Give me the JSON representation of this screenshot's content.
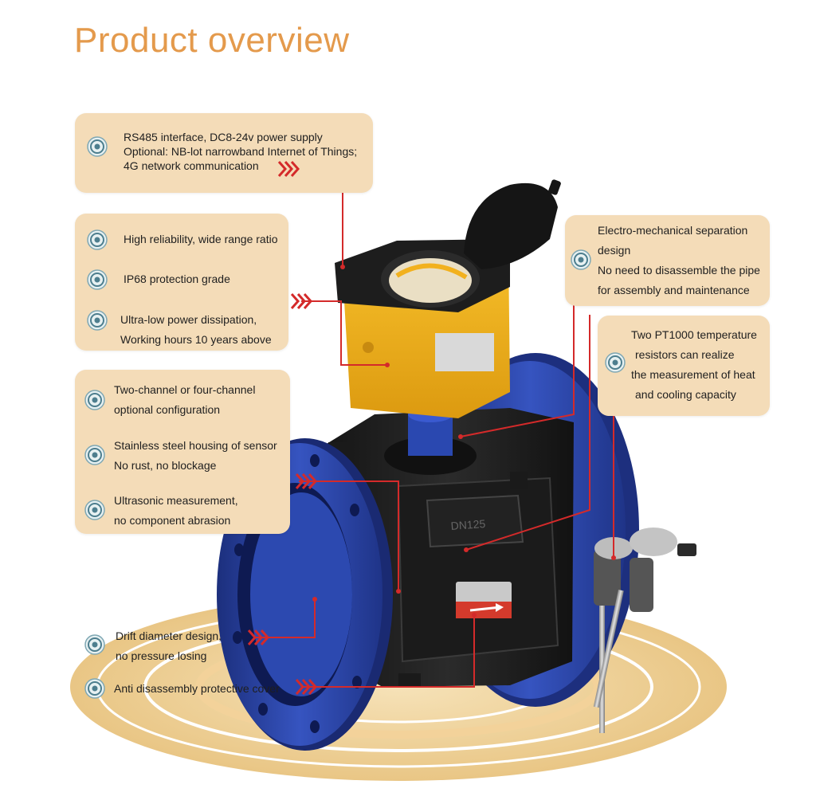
{
  "title": "Product overview",
  "colors": {
    "title": "#e49a4c",
    "panel": "#f4dcb8",
    "leader": "#d42a2a",
    "flange": "#27409a",
    "head": "#f2b11e"
  },
  "icons": [
    "target-bullet-icon",
    "chevron-arrow-icon"
  ],
  "panels": {
    "top_left": {
      "lines": [
        "RS485 interface, DC8-24v power supply",
        "Optional: NB-lot narrowband Internet of Things;",
        "4G network communication"
      ]
    },
    "mid_left": {
      "items": [
        {
          "lines": [
            "High reliability, wide range ratio"
          ]
        },
        {
          "lines": [
            "IP68 protection grade"
          ]
        },
        {
          "lines": [
            "Ultra-low power dissipation,",
            "Working hours 10 years above"
          ]
        }
      ]
    },
    "low_left": {
      "items": [
        {
          "lines": [
            "Two-channel or four-channel",
            "optional configuration"
          ]
        },
        {
          "lines": [
            "Stainless steel housing of sensor",
            "No rust, no blockage"
          ]
        },
        {
          "lines": [
            "Ultrasonic measurement,",
            "no component abrasion"
          ]
        }
      ]
    },
    "top_right": {
      "lines": [
        "Electro-mechanical separation",
        "design",
        "No need to disassemble the pipe",
        "for assembly and maintenance"
      ]
    },
    "mid_right": {
      "lines": [
        "Two PT1000 temperature",
        "resistors can realize",
        "the measurement of heat",
        "and cooling capacity"
      ]
    }
  },
  "bottom_notes": [
    {
      "lines": [
        "Drift diameter design,",
        "no pressure losing"
      ]
    },
    {
      "lines": [
        "Anti disassembly protective cover"
      ]
    }
  ],
  "device": {
    "body_label": "DN125"
  }
}
